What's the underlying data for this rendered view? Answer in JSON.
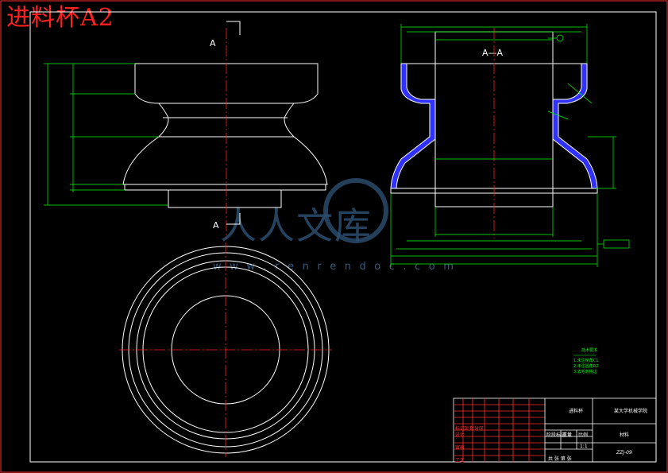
{
  "title": "进料杯A2",
  "section_label": "A—A",
  "cut_marker_top": "A",
  "cut_marker_bottom": "A",
  "watermark": {
    "chinese": "人人文库",
    "url": "w w w . r e n r e n d o c . c o m"
  },
  "title_block": {
    "drawing_name": "进料杯",
    "school": "某大学机械学院",
    "material": "材料",
    "drawing_no": "ZZJ-09",
    "scale": "1:1",
    "row_labels": [
      "标记处数分区",
      "设计",
      "审核",
      "工艺"
    ],
    "col_labels": [
      "阶段标记",
      "重量",
      "比例"
    ],
    "bottom_labels": [
      "共 张 第 张"
    ]
  },
  "notes": {
    "heading": "技术要求",
    "lines": [
      "1.未注倒角C1",
      "2.未注圆角R2",
      "3.去毛刺锐边"
    ]
  },
  "colors": {
    "outline": "#ffffff",
    "dimension": "#00ff00",
    "centerline": "#ff2020",
    "hatch": "#4040ff",
    "title": "#ff2020",
    "frame": "#ff3030"
  }
}
